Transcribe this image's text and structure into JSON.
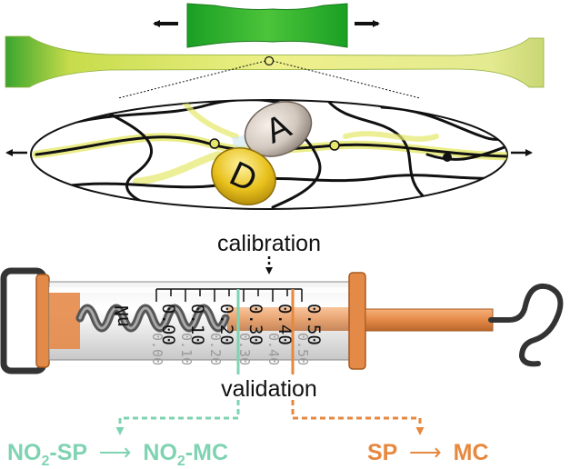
{
  "labels": {
    "calibration": "calibration",
    "validation": "validation"
  },
  "scale": {
    "unit": "nN",
    "major_ticks": [
      "0.00",
      "0.10",
      "0.20",
      "0.30",
      "0.40",
      "0.50"
    ]
  },
  "molecule_badges": [
    "D",
    "A"
  ],
  "reactions": {
    "left": {
      "reactant_prefix": "NO",
      "reactant_sub": "2",
      "reactant_suffix": "-SP",
      "product_prefix": "NO",
      "product_sub": "2",
      "product_suffix": "-MC",
      "arrow": "⟶"
    },
    "right": {
      "reactant": "SP",
      "product": "MC",
      "arrow": "⟶"
    }
  },
  "colors": {
    "green_strip": "#3fb83a",
    "yellow_strip": "#e8ec7a",
    "teal": "#7fd3b2",
    "orange": "#e7883f",
    "black": "#111111"
  }
}
